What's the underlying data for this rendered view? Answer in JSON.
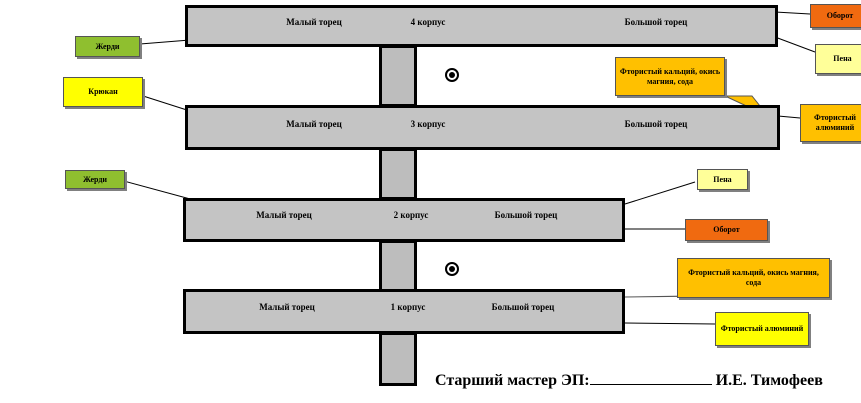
{
  "bodies": [
    {
      "left_label": "Малый торец",
      "corpus_label": "4 корпус",
      "right_label": "Большой торец"
    },
    {
      "left_label": "Малый торец",
      "corpus_label": "3 корпус",
      "right_label": "Большой торец"
    },
    {
      "left_label": "Малый торец",
      "corpus_label": "2 корпус",
      "right_label": "Большой торец"
    },
    {
      "left_label": "Малый торец",
      "corpus_label": "1 корпус",
      "right_label": "Большой торец"
    }
  ],
  "callouts": {
    "c4_oborot": "Оборот",
    "c4_zherdi": "Жерди",
    "c4_pena": "Пена",
    "c3_fluor_top": "Фтористый кальций, окись магния, сода",
    "c3_krichnik": "Крюкан",
    "c3_fluor_right": "Фтористый алюминий",
    "c2_zherdi": "Жерди",
    "c2_pena": "Пена",
    "c2_oborot": "Оборот",
    "c1_fluor_top": "Фтористый кальций, окись магния, сода",
    "c1_fluor_right": "Фтористый алюминий"
  },
  "footer": {
    "prefix": "Старший мастер ЭП:",
    "name": "И.Е. Тимофеев"
  },
  "colors": {
    "green": "#8fbf2f",
    "yellow": "#ffff00",
    "light_yellow": "#ffff99",
    "orange": "#f06a10",
    "gold": "#ffc000",
    "gray": "#c4c4c4"
  }
}
